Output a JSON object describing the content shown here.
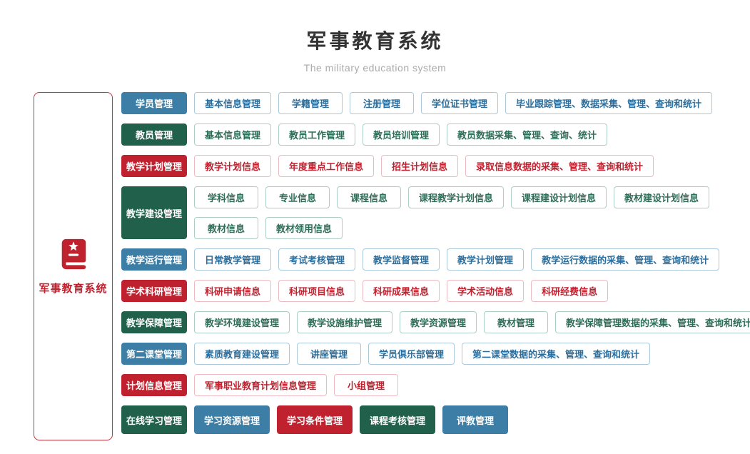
{
  "header": {
    "title": "军事教育系统",
    "subtitle": "The military education system"
  },
  "root": {
    "label": "军事教育系统",
    "icon": "book-star-icon",
    "border_color": "#c5353f",
    "text_color": "#c0212e"
  },
  "colors": {
    "blue": {
      "fill": "#3c7ea6",
      "text": "#2c6f9e",
      "border": "#a9c8db"
    },
    "green": {
      "fill": "#21604b",
      "text": "#2e6e59",
      "border": "#abcfc2"
    },
    "red": {
      "fill": "#c0212e",
      "text": "#c2212f",
      "border": "#efb9bf"
    }
  },
  "rows": [
    {
      "category": {
        "label": "学员管理",
        "color": "blue"
      },
      "lines": [
        [
          {
            "label": "基本信息管理",
            "color": "blue",
            "fill": false
          },
          {
            "label": "学籍管理",
            "color": "blue",
            "fill": false
          },
          {
            "label": "注册管理",
            "color": "blue",
            "fill": false
          },
          {
            "label": "学位证书管理",
            "color": "blue",
            "fill": false
          },
          {
            "label": "毕业跟踪管理、数据采集、管理、查询和统计",
            "color": "blue",
            "fill": false
          }
        ]
      ]
    },
    {
      "category": {
        "label": "教员管理",
        "color": "green"
      },
      "lines": [
        [
          {
            "label": "基本信息管理",
            "color": "green",
            "fill": false
          },
          {
            "label": "教员工作管理",
            "color": "green",
            "fill": false
          },
          {
            "label": "教员培训管理",
            "color": "green",
            "fill": false
          },
          {
            "label": "教员数据采集、管理、查询、统计",
            "color": "green",
            "fill": false
          }
        ]
      ]
    },
    {
      "category": {
        "label": "教学计划管理",
        "color": "red"
      },
      "lines": [
        [
          {
            "label": "教学计划信息",
            "color": "red",
            "fill": false
          },
          {
            "label": "年度重点工作信息",
            "color": "red",
            "fill": false
          },
          {
            "label": "招生计划信息",
            "color": "red",
            "fill": false
          },
          {
            "label": "录取信息数据的采集、管理、查询和统计",
            "color": "red",
            "fill": false
          }
        ]
      ]
    },
    {
      "category": {
        "label": "教学建设管理",
        "color": "green"
      },
      "lines": [
        [
          {
            "label": "学科信息",
            "color": "green",
            "fill": false
          },
          {
            "label": "专业信息",
            "color": "green",
            "fill": false
          },
          {
            "label": "课程信息",
            "color": "green",
            "fill": false
          },
          {
            "label": "课程教学计划信息",
            "color": "green",
            "fill": false
          },
          {
            "label": "课程建设计划信息",
            "color": "green",
            "fill": false
          },
          {
            "label": "教材建设计划信息",
            "color": "green",
            "fill": false
          }
        ],
        [
          {
            "label": "教材信息",
            "color": "green",
            "fill": false
          },
          {
            "label": "教材领用信息",
            "color": "green",
            "fill": false
          }
        ]
      ]
    },
    {
      "category": {
        "label": "教学运行管理",
        "color": "blue"
      },
      "lines": [
        [
          {
            "label": "日常教学管理",
            "color": "blue",
            "fill": false
          },
          {
            "label": "考试考核管理",
            "color": "blue",
            "fill": false
          },
          {
            "label": "教学监督管理",
            "color": "blue",
            "fill": false
          },
          {
            "label": "教学计划管理",
            "color": "blue",
            "fill": false
          },
          {
            "label": "教学运行数据的采集、管理、查询和统计",
            "color": "blue",
            "fill": false
          }
        ]
      ]
    },
    {
      "category": {
        "label": "学术科研管理",
        "color": "red"
      },
      "lines": [
        [
          {
            "label": "科研申请信息",
            "color": "red",
            "fill": false
          },
          {
            "label": "科研项目信息",
            "color": "red",
            "fill": false
          },
          {
            "label": "科研成果信息",
            "color": "red",
            "fill": false
          },
          {
            "label": "学术活动信息",
            "color": "red",
            "fill": false
          },
          {
            "label": "科研经费信息",
            "color": "red",
            "fill": false
          }
        ]
      ]
    },
    {
      "category": {
        "label": "教学保障管理",
        "color": "green"
      },
      "lines": [
        [
          {
            "label": "教学环境建设管理",
            "color": "green",
            "fill": false
          },
          {
            "label": "教学设施维护管理",
            "color": "green",
            "fill": false
          },
          {
            "label": "教学资源管理",
            "color": "green",
            "fill": false
          },
          {
            "label": "教材管理",
            "color": "green",
            "fill": false
          },
          {
            "label": "教学保障管理数据的采集、管理、查询和统计",
            "color": "green",
            "fill": false
          }
        ]
      ]
    },
    {
      "category": {
        "label": "第二课堂管理",
        "color": "blue"
      },
      "lines": [
        [
          {
            "label": "素质教育建设管理",
            "color": "blue",
            "fill": false
          },
          {
            "label": "讲座管理",
            "color": "blue",
            "fill": false
          },
          {
            "label": "学员俱乐部管理",
            "color": "blue",
            "fill": false
          },
          {
            "label": "第二课堂数据的采集、管理、查询和统计",
            "color": "blue",
            "fill": false
          }
        ]
      ]
    },
    {
      "category": {
        "label": "计划信息管理",
        "color": "red"
      },
      "lines": [
        [
          {
            "label": "军事职业教育计划信息管理",
            "color": "red",
            "fill": false
          },
          {
            "label": "小组管理",
            "color": "red",
            "fill": false
          }
        ]
      ]
    },
    {
      "category": {
        "label": "在线学习管理",
        "color": "green"
      },
      "lines": [
        [
          {
            "label": "学习资源管理",
            "color": "blue",
            "fill": true
          },
          {
            "label": "学习条件管理",
            "color": "red",
            "fill": true
          },
          {
            "label": "课程考核管理",
            "color": "green",
            "fill": true
          },
          {
            "label": "评教管理",
            "color": "blue",
            "fill": true
          }
        ]
      ]
    }
  ]
}
